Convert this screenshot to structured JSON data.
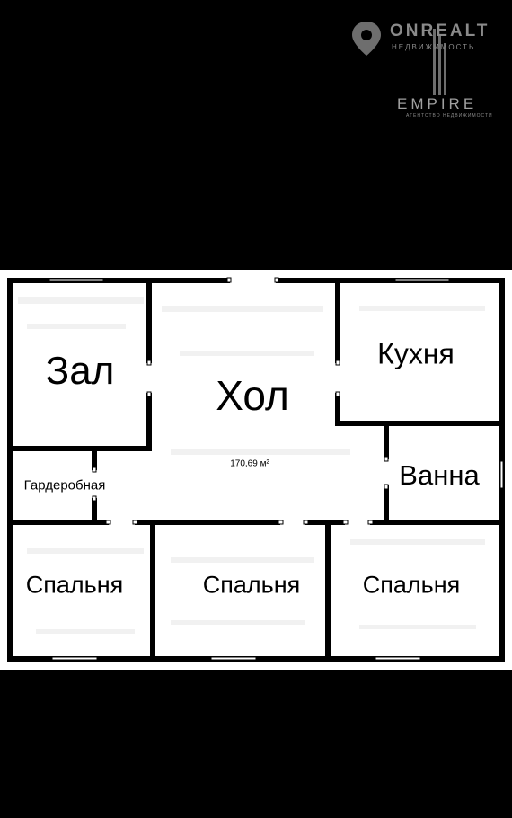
{
  "branding": {
    "onrealt": "ONREALT",
    "onrealt_sub": "НЕДВИЖИМОСТЬ",
    "empire": "EMPIRE",
    "empire_sub": "АГЕНТСТВО НЕДВИЖИМОСТИ"
  },
  "floor_plan": {
    "area": "170,69 м²",
    "rooms": {
      "zal": "Зал",
      "hol": "Хол",
      "kuhnya": "Кухня",
      "vanna": "Ванна",
      "garderobnaya": "Гардеробная",
      "spalnya_left": "Спальня",
      "spalnya_center": "Спальня",
      "spalnya_right": "Спальня"
    }
  },
  "colors": {
    "background": "#000000",
    "plan_background": "#ffffff",
    "wall": "#000000",
    "logo": "#8a8a8a"
  }
}
